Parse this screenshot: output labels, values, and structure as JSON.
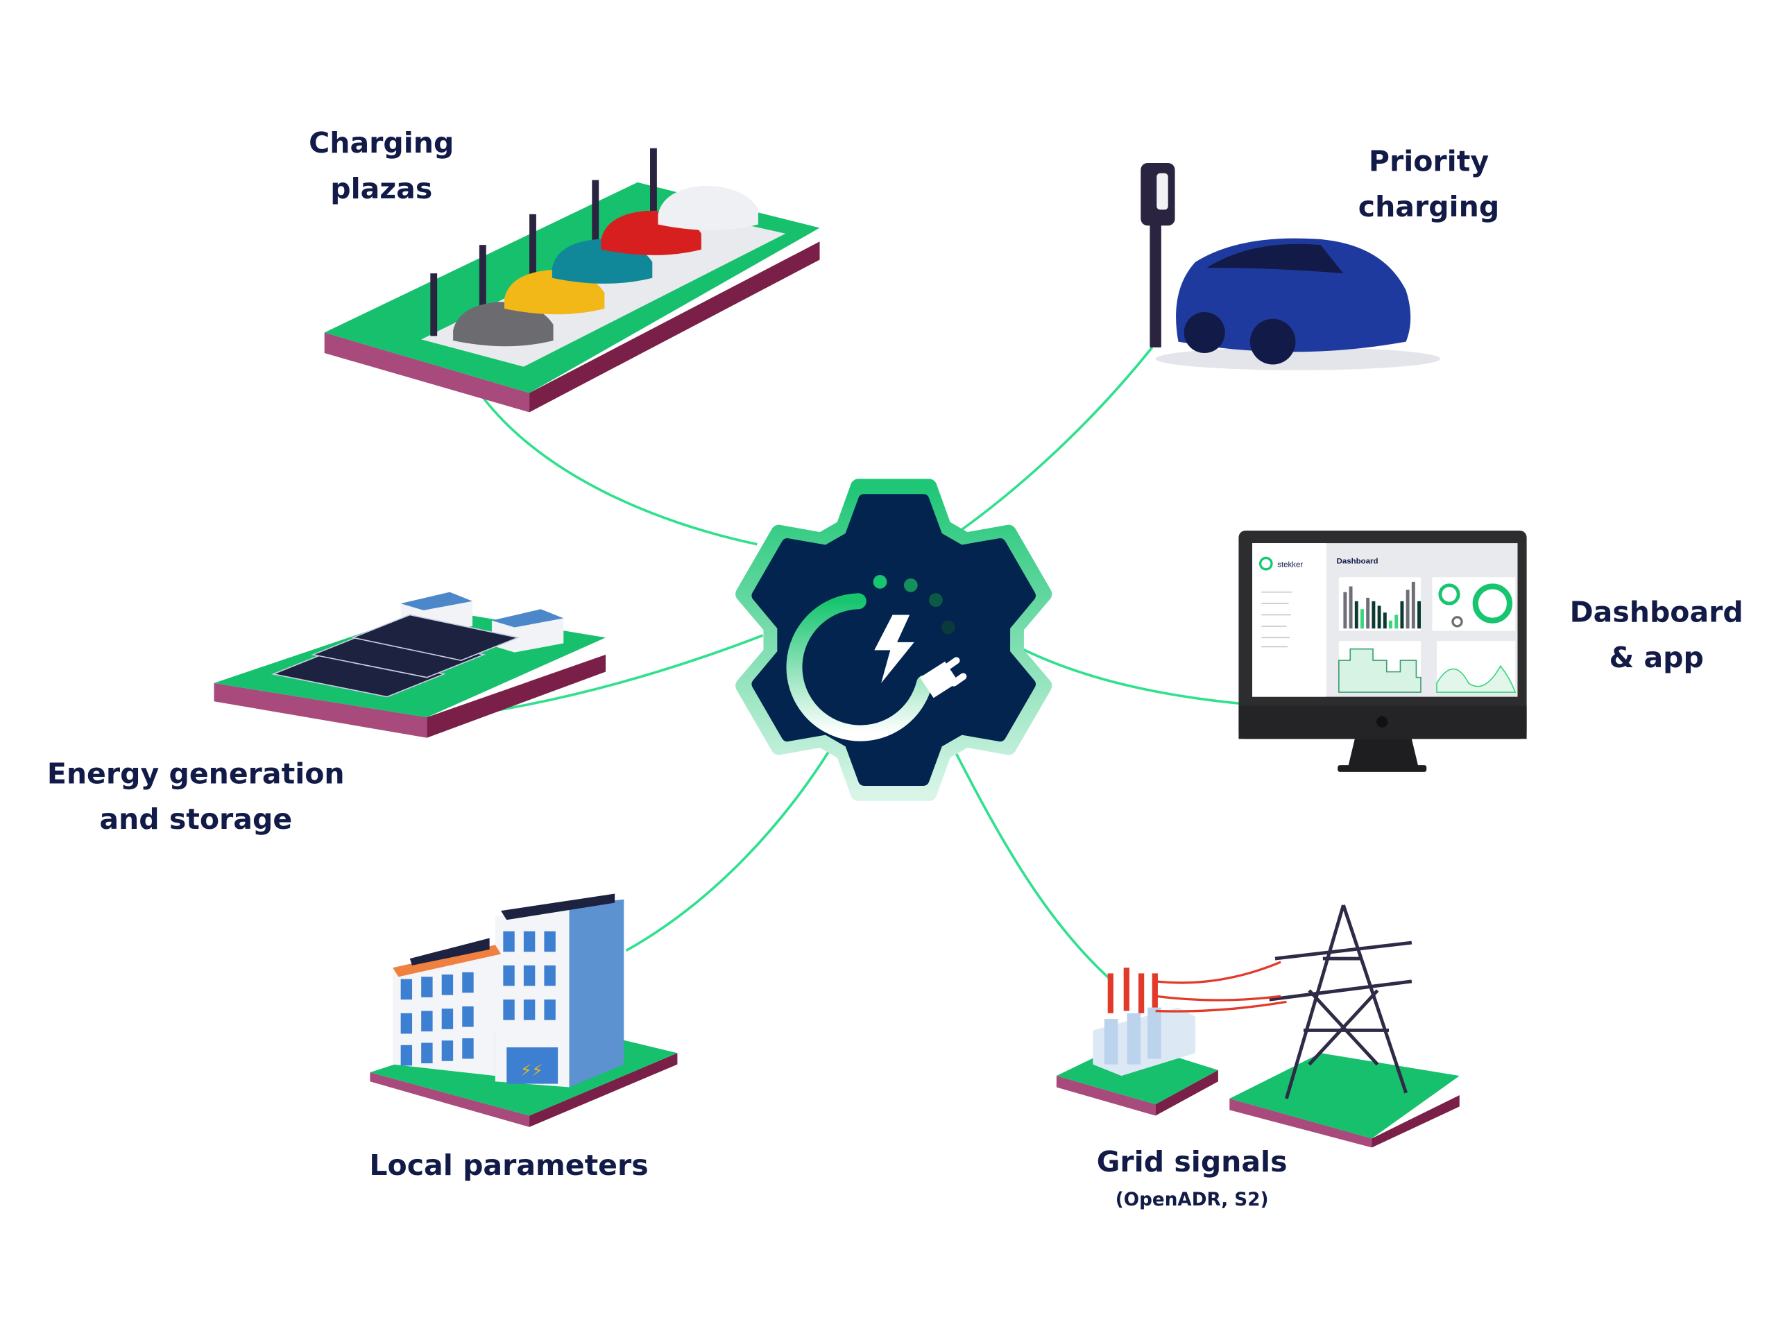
{
  "hub": {
    "icon": "plug-charge-gear-icon"
  },
  "nodes": {
    "charging_plazas": {
      "line1": "Charging",
      "line2": "plazas"
    },
    "priority_charging": {
      "line1": "Priority",
      "line2": "charging"
    },
    "dashboard_app": {
      "line1": "Dashboard",
      "line2": "& app"
    },
    "energy": {
      "line1": "Energy generation",
      "line2": "and storage"
    },
    "local": {
      "line1": "Local parameters"
    },
    "grid": {
      "line1": "Grid signals",
      "line2": "(OpenADR, S2)"
    }
  },
  "dashboard_screen": {
    "brand": "stekker",
    "title": "Dashboard"
  },
  "colors": {
    "navy": "#03244f",
    "green": "#17c56f",
    "link": "#2fe08c",
    "text": "#121a47",
    "platform_side": "#a84a7c"
  }
}
